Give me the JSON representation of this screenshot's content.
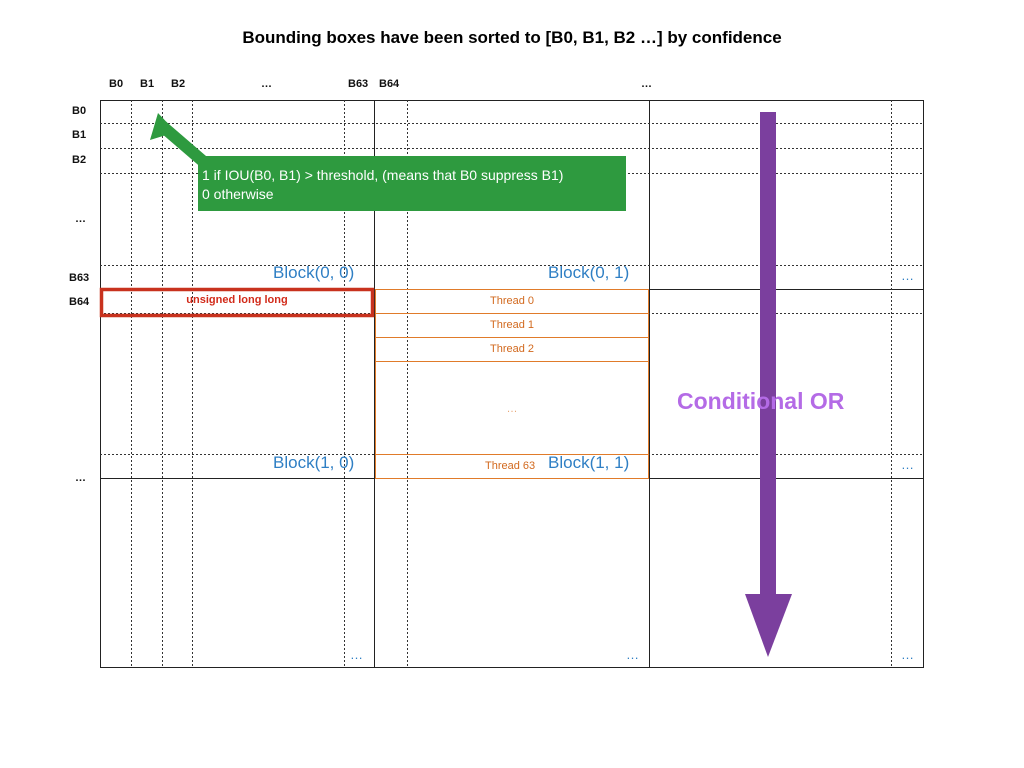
{
  "title": "Bounding boxes have been sorted to [B0, B1, B2 …] by confidence",
  "column_headers": [
    "B0",
    "B1",
    "B2",
    "…",
    "B63",
    "B64",
    "…"
  ],
  "row_headers": [
    "B0",
    "B1",
    "B2",
    "…",
    "B63",
    "B64",
    "…"
  ],
  "blocks": [
    "Block(0, 0)",
    "Block(0, 1)",
    "Block(1, 0)",
    "Block(1, 1)"
  ],
  "ellipsis": "…",
  "threads": [
    "Thread 0",
    "Thread 1",
    "Thread 2",
    "…",
    "Thread 63"
  ],
  "annotation": {
    "line1": "1 if IOU(B0, B1) > threshold, (means that B0 suppress B1)",
    "line2": "0 otherwise"
  },
  "unsigned_label": "unsigned long long",
  "conditional_or": "Conditional OR",
  "colors": {
    "annotation_bg": "#2e9a3f",
    "arrow_purple": "#7b3f9e",
    "text_purple": "#b46be6",
    "block_blue": "#2f7fc4",
    "thread_orange": "#d2691e",
    "highlight_red": "#c8321e"
  }
}
